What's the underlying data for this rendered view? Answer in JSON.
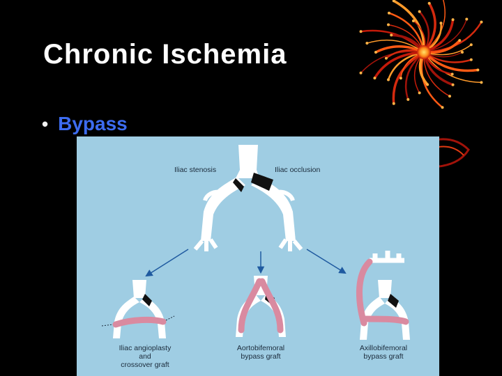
{
  "slide": {
    "title": "Chronic Ischemia",
    "bullet": "Bypass"
  },
  "diagram": {
    "top_labels": [
      "Iliac stenosis",
      "Iliac occlusion"
    ],
    "bottom_labels": [
      [
        "Iliac angioplasty",
        "and",
        "crossover graft"
      ],
      [
        "Aortobifemoral",
        "bypass graft"
      ],
      [
        "Axillobifemoral",
        "bypass graft"
      ]
    ],
    "colors": {
      "background": "#9fcde3",
      "vessel": "#ffffff",
      "occlusion": "#111111",
      "graft": "#d98aa0",
      "arrow": "#1f5aa0",
      "bullet_text": "#3d6cf0"
    }
  },
  "decoration_icon": "radiating-sunburst-icon"
}
